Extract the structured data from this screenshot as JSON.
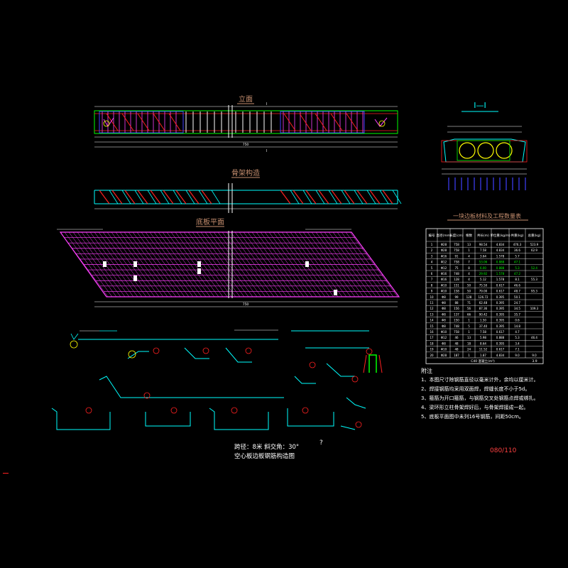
{
  "views": {
    "elevation_title": "立面",
    "section_title": "I—I",
    "steel_title": "骨架构造",
    "plan_title": "底板平面",
    "elevation_total": "750",
    "plan_total": "750",
    "table_title": "一块边板材料及工程数量表"
  },
  "table": {
    "headers": [
      "编号",
      "直径(mm)",
      "长度(cm)",
      "根数",
      "共长(m)",
      "单位重(kg/m)",
      "共重(kg)",
      "总重(kg)"
    ],
    "rows": [
      [
        "1",
        "Φ28",
        "758",
        "13",
        "98.54",
        "4.834",
        "476.3",
        "523.9"
      ],
      [
        "2",
        "Φ28",
        "758",
        "1",
        "7.58",
        "4.834",
        "36.6",
        "62.9"
      ],
      [
        "3",
        "Φ16",
        "91",
        "4",
        "3.64",
        "1.578",
        "5.7",
        ""
      ],
      [
        "4",
        "Φ12",
        "758",
        "7",
        "53.06",
        "0.888",
        "47.1",
        ""
      ],
      [
        "5",
        "Φ12",
        "75",
        "8",
        "6.00",
        "0.888",
        "5.3",
        "52.4"
      ],
      [
        "6",
        "Φ16",
        "748",
        "4",
        "29.92",
        "1.578",
        "47.2",
        ""
      ],
      [
        "7",
        "Φ16",
        "128",
        "4",
        "5.12",
        "1.578",
        "8.1",
        "55.3"
      ],
      [
        "8",
        "Φ10",
        "151",
        "50",
        "75.50",
        "0.617",
        "46.6",
        ""
      ],
      [
        "9",
        "Φ10",
        "158",
        "50",
        "79.00",
        "0.617",
        "48.7",
        "95.3"
      ],
      [
        "10",
        "Φ8",
        "99",
        "128",
        "126.72",
        "0.395",
        "50.1",
        ""
      ],
      [
        "11",
        "Φ8",
        "88",
        "71",
        "62.48",
        "0.395",
        "24.7",
        ""
      ],
      [
        "12",
        "Φ8",
        "156",
        "56",
        "87.36",
        "0.395",
        "34.5",
        "109.3"
      ],
      [
        "13",
        "Φ8",
        "137",
        "66",
        "90.42",
        "0.395",
        "35.7",
        ""
      ],
      [
        "14",
        "Φ8",
        "150",
        "1",
        "1.50",
        "0.395",
        "0.6",
        ""
      ],
      [
        "15",
        "Φ8",
        "748",
        "5",
        "37.40",
        "0.395",
        "14.8",
        ""
      ],
      [
        "16",
        "Φ10",
        "758",
        "1",
        "7.58",
        "0.617",
        "4.7",
        ""
      ],
      [
        "17",
        "Φ12",
        "46",
        "13",
        "5.98",
        "0.888",
        "5.3",
        "46.4"
      ],
      [
        "18",
        "Φ8",
        "48",
        "18",
        "8.64",
        "0.395",
        "3.4",
        ""
      ],
      [
        "19",
        "Φ10",
        "48",
        "24",
        "11.52",
        "0.617",
        "7.1",
        ""
      ],
      [
        "20",
        "Φ28",
        "187",
        "1",
        "1.87",
        "4.834",
        "9.0",
        "9.0"
      ]
    ],
    "footer_label": "C40 混凝土(m³)",
    "footer_value": "3.9"
  },
  "notes": {
    "heading": "附注",
    "items": [
      "1、本图尺寸除钢筋直径以毫米计外，余均以厘米计。",
      "2、焊接钢筋均采用双面焊，焊缝长度不小于5d。",
      "3、箍筋为开口箍筋，与钢筋交叉处钢筋点焊或绑扎。",
      "4、梁环形立柱骨架焊好后，与骨架焊接成一起。",
      "5、底板平面图中未列16号钢筋，间距50cm。"
    ]
  },
  "title_block": {
    "line1": "跨径：8米 斜交角：30°",
    "line2": "空心板边板钢筋构造图",
    "page": "080/110",
    "mark": "?"
  },
  "colors": {
    "background": "#000000",
    "cyan": "#00ffff",
    "magenta": "#ff40ff",
    "red": "#ff2020",
    "yellow": "#ffff00",
    "green": "#00ff00",
    "blue": "#4040ff",
    "white": "#ffffff",
    "title_brown": "#c89070"
  }
}
